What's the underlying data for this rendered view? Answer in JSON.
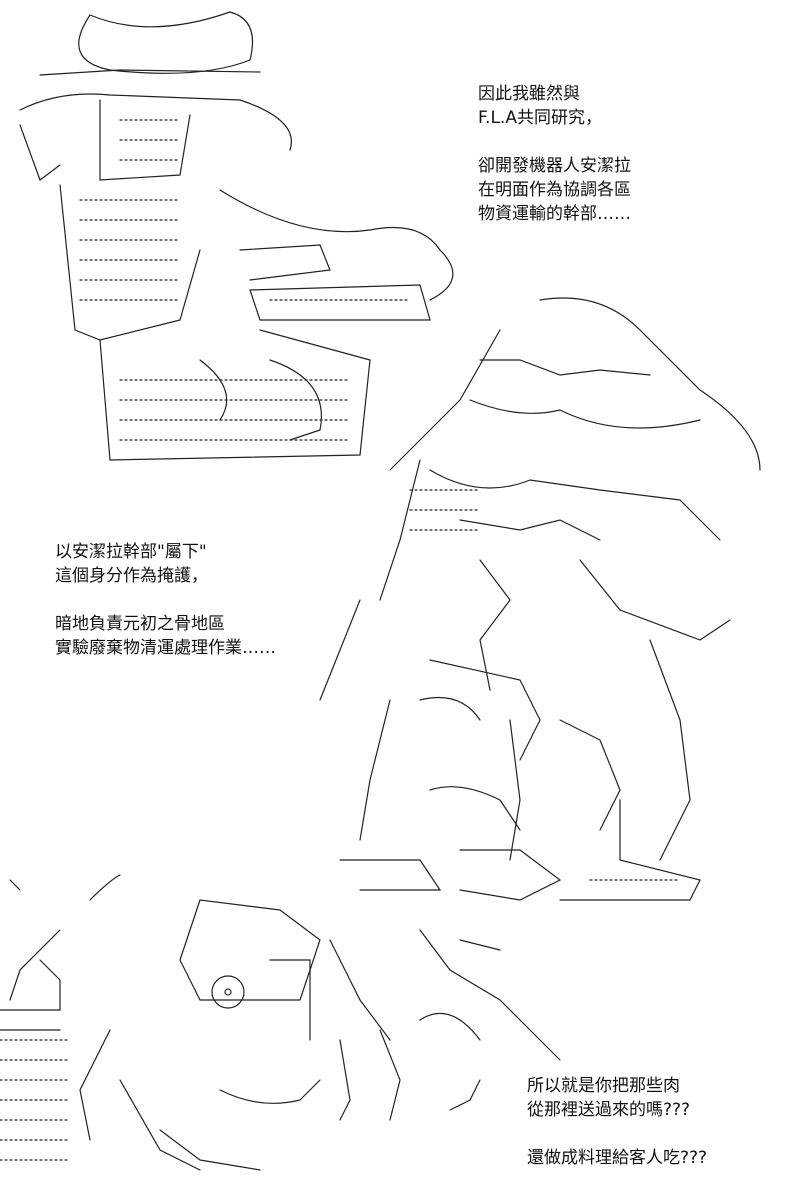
{
  "captions": {
    "top_right": "因此我雖然與\nF.L.A共同研究，\n\n卻開發機器人安潔拉\n在明面作為協調各區\n物資運輸的幹部……",
    "middle_left": "以安潔拉幹部\"屬下\"\n這個身分作為掩護，\n\n暗地負責元初之骨地區\n實驗廢棄物清運處理作業……",
    "bottom_right": "所以就是你把那些肉\n從那裡送過來的嗎???\n\n還做成料理給客人吃???"
  },
  "colors": {
    "ink": "#222222",
    "background": "#ffffff"
  }
}
